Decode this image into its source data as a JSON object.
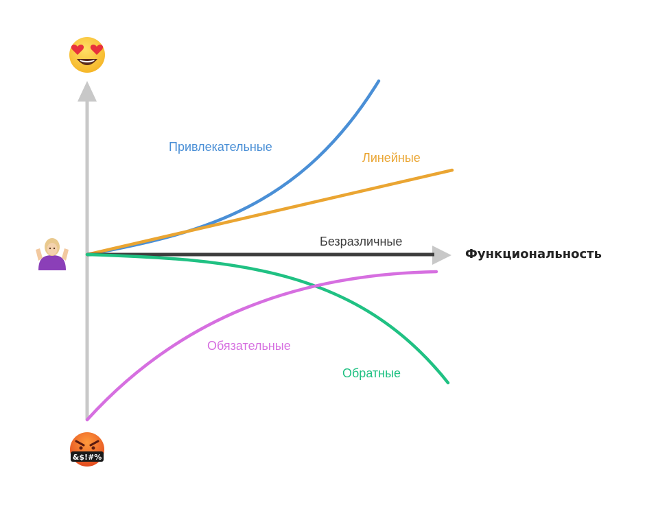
{
  "axis": {
    "x_label": "Функциональность",
    "axis_color": "#c8c8c8",
    "baseline_color": "#3d3d3d"
  },
  "icons": {
    "top": "heart-eyes-face-icon",
    "middle": "shrugging-person-icon",
    "bottom": "cursing-face-icon",
    "bottom_symbols": "&$!#%"
  },
  "curves": {
    "attractive": {
      "label": "Привлекательные",
      "color": "#4a8fd6"
    },
    "linear": {
      "label": "Линейные",
      "color": "#eaa532"
    },
    "indifferent": {
      "label": "Безразличные",
      "color": "#3d3d3d"
    },
    "must_be": {
      "label": "Обязательные",
      "color": "#d66fe0"
    },
    "reverse": {
      "label": "Обратные",
      "color": "#20c183"
    }
  }
}
